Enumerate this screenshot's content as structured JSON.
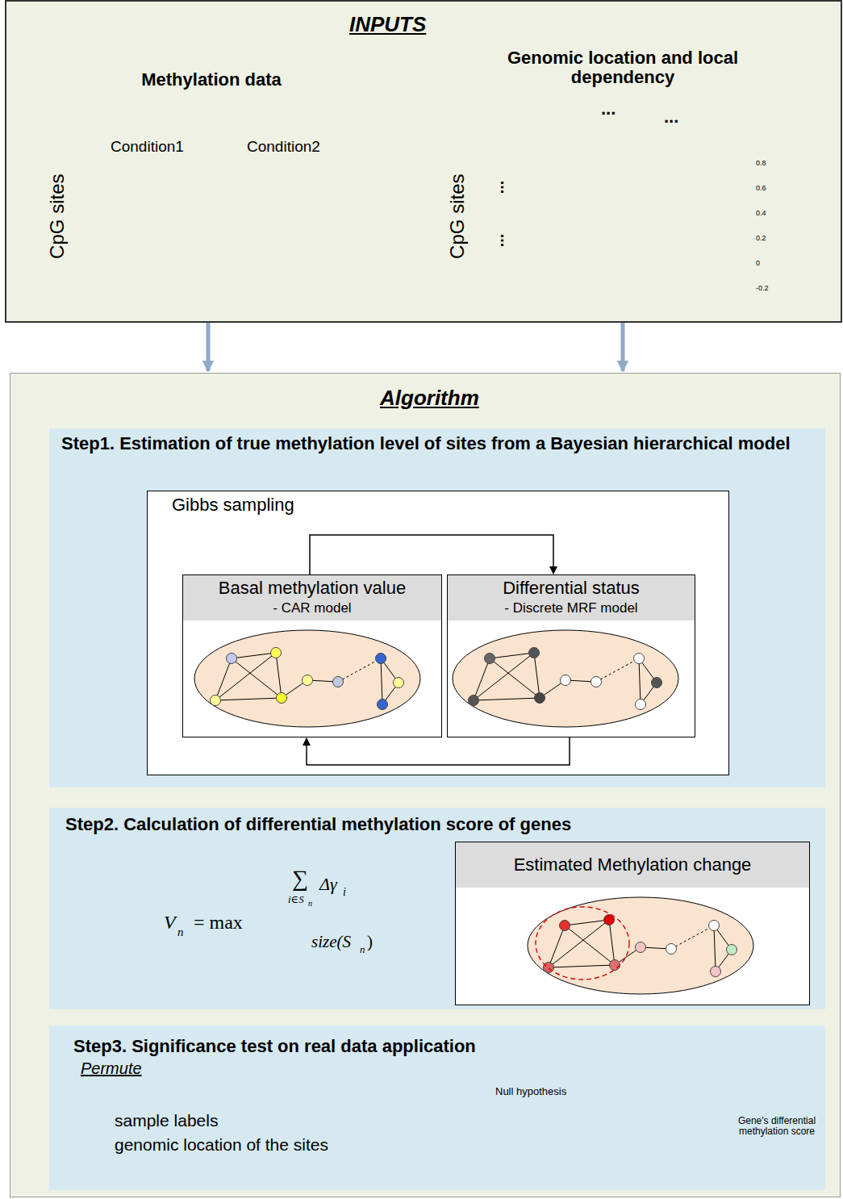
{
  "diagram": {
    "nodes": [
      {
        "text": [
          "INPUTS"
        ]
      },
      {
        "text": [
          "Algorithm"
        ]
      },
      {
        "text": [
          "Step1. Estimation of true methylation level of sites from a Bayesian hierarchical model"
        ],
        "in": 1
      },
      {
        "text": [
          "Gibbs sampling"
        ],
        "in": 2
      },
      {
        "text": [
          "Basal methylation value",
          "- CAR model"
        ],
        "in": 3
      },
      {
        "text": [
          "Differential status",
          "- Discrete MRF model"
        ],
        "in": 3
      },
      {
        "text": [
          "Step2. Calculation of differential methylation score of genes"
        ],
        "in": 1
      },
      {
        "text": [
          "Estimated Methylation change"
        ],
        "in": 6
      },
      {
        "text": [
          "Step3. Significance test on real data application"
        ],
        "in": 1
      }
    ],
    "edges": [
      {
        "from": 0,
        "to": 1,
        "arrow": "to"
      },
      {
        "from": 0,
        "to": 1,
        "arrow": "to"
      },
      {
        "from": 4,
        "to": 5,
        "arrow": "to"
      },
      {
        "from": 5,
        "to": 4,
        "arrow": "to"
      }
    ],
    "labels": [
      "Methylation data",
      "Condition1",
      "Condition2",
      "CpG sites",
      "Genomic location and local dependency",
      "...",
      "...",
      "CpG sites",
      "...",
      "...",
      "0.8",
      "0.6",
      "0.4",
      "0.2",
      "0",
      "-0.2",
      "V",
      "n",
      "= max",
      "∑",
      "i∈S",
      "n",
      "Δγ",
      "i",
      "size(S",
      "n",
      ")",
      "Permute",
      "sample labels",
      "genomic location of the sites",
      "Null hypothesis",
      "Gene's differential methylation score"
    ]
  }
}
